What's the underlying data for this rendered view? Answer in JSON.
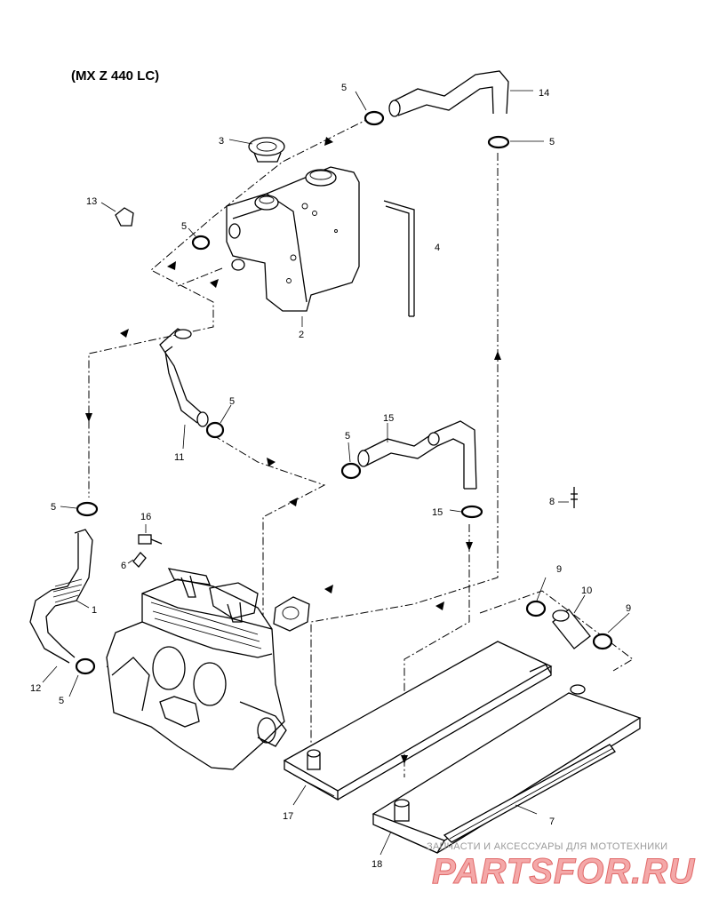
{
  "title": "(MX Z 440 LC)",
  "callouts": {
    "c1": "1",
    "c2": "2",
    "c3": "3",
    "c4": "4",
    "c5a": "5",
    "c5b": "5",
    "c5c": "5",
    "c5d": "5",
    "c5e": "5",
    "c5f": "5",
    "c5g": "5",
    "c6": "6",
    "c7": "7",
    "c8": "8",
    "c9a": "9",
    "c9b": "9",
    "c10": "10",
    "c11": "11",
    "c12": "12",
    "c13": "13",
    "c14": "14",
    "c15a": "15",
    "c15b": "15",
    "c16": "16",
    "c17": "17",
    "c18": "18"
  },
  "watermark": {
    "caption": "ЗАПЧАСТИ И АКСЕССУАРЫ ДЛЯ МОТОТЕХНИКИ",
    "brand": "PARTSFOR.RU",
    "colors": {
      "brand_fill": "#f4a8a8",
      "brand_stroke": "#e06868",
      "caption": "#9a9a9a"
    }
  }
}
